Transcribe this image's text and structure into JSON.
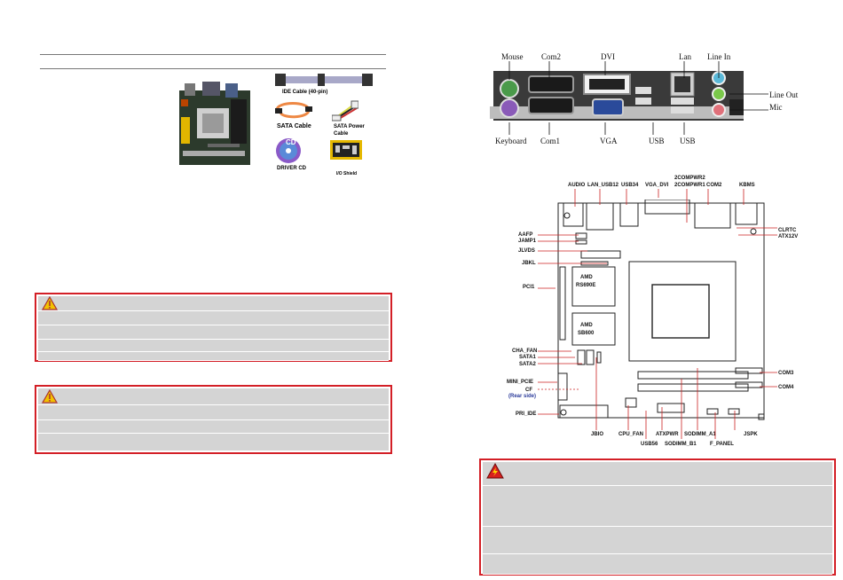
{
  "left_page": {
    "accessories": {
      "ide_cable": "IDE Cable (40-pin)",
      "sata_cable": "SATA Cable",
      "sata_power_cable": "SATA Power Cable",
      "driver_cd": "DRIVER CD",
      "io_shield": "I/O Shield"
    },
    "cd_text": "CD"
  },
  "io_panel": {
    "labels": {
      "mouse": "Mouse",
      "com2": "Com2",
      "dvi": "DVI",
      "lan": "Lan",
      "line_in": "Line In",
      "line_out": "Line Out",
      "mic": "Mic",
      "keyboard": "Keyboard",
      "com1": "Com1",
      "vga": "VGA",
      "usb_a": "USB",
      "usb_b": "USB"
    }
  },
  "layout_diagram": {
    "top": [
      "AUDIO",
      "LAN_USB12",
      "USB34",
      "VGA_DVI",
      "2COMPWR2",
      "2COMPWR1",
      "COM2",
      "KBMS"
    ],
    "left": [
      "AAFP",
      "JAMP1",
      "JLVDS",
      "JBKL",
      "PCI1",
      "CHA_FAN",
      "SATA1",
      "SATA2",
      "MINI_PCIE",
      "CF",
      "(Rear side)",
      "PRI_IDE"
    ],
    "right": [
      "CLRTC",
      "ATX12V",
      "COM3",
      "COM4"
    ],
    "bottom": [
      "JBIO",
      "CPU_FAN",
      "USB56",
      "ATXPWR",
      "SODIMM_B1",
      "SODIMM_A1",
      "F_PANEL",
      "JSPK"
    ],
    "chips": {
      "north_1": "AMD",
      "north_2": "RS690E",
      "south_1": "AMD",
      "south_2": "SB600"
    }
  },
  "colors": {
    "warning_border": "#d31f26",
    "warning_band": "#d4d4d4"
  }
}
